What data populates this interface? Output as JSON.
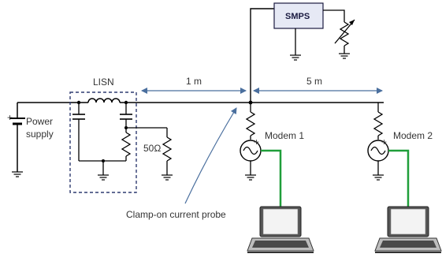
{
  "labels": {
    "power_supply_line1": "Power",
    "power_supply_line2": "supply",
    "lisn": "LISN",
    "resistor_50": "50Ω",
    "clamp_probe": "Clamp-on current probe",
    "modem1": "Modem 1",
    "modem2": "Modem 2",
    "smps": "SMPS",
    "dist_1m": "1 m",
    "dist_5m": "5 m",
    "battery_plus": "+",
    "source_plus": "+"
  },
  "colors": {
    "wire": "#000000",
    "dimension": "#4a6f9e",
    "lisn_box": "#2f3b70",
    "smps_fill": "#e6e9f5",
    "smps_border": "#1a1a40",
    "modem_link": "#1f9e3a",
    "probe_arrow": "#4a6f9e"
  }
}
